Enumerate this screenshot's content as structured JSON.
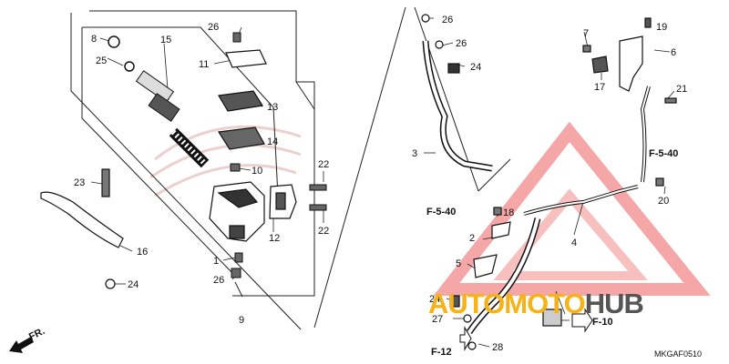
{
  "diagram_code": "MKGAF0510",
  "direction_indicator": "FR.",
  "watermark": {
    "text_a": "AUTOMOTO",
    "text_b": "HUB"
  },
  "callouts": [
    {
      "id": "c1",
      "text": "1"
    },
    {
      "id": "c2",
      "text": "2"
    },
    {
      "id": "c3",
      "text": "3"
    },
    {
      "id": "c4",
      "text": "4"
    },
    {
      "id": "c5",
      "text": "5"
    },
    {
      "id": "c6",
      "text": "6"
    },
    {
      "id": "c7",
      "text": "7"
    },
    {
      "id": "c8",
      "text": "8"
    },
    {
      "id": "c9",
      "text": "9"
    },
    {
      "id": "c10",
      "text": "10"
    },
    {
      "id": "c11",
      "text": "11"
    },
    {
      "id": "c12",
      "text": "12"
    },
    {
      "id": "c13",
      "text": "13"
    },
    {
      "id": "c14",
      "text": "14"
    },
    {
      "id": "c15",
      "text": "15"
    },
    {
      "id": "c16",
      "text": "16"
    },
    {
      "id": "c17",
      "text": "17"
    },
    {
      "id": "c18",
      "text": "18"
    },
    {
      "id": "c19",
      "text": "19"
    },
    {
      "id": "c20",
      "text": "20"
    },
    {
      "id": "c21",
      "text": "21"
    },
    {
      "id": "c22a",
      "text": "22"
    },
    {
      "id": "c22b",
      "text": "22"
    },
    {
      "id": "c23",
      "text": "23"
    },
    {
      "id": "c24a",
      "text": "24"
    },
    {
      "id": "c24b",
      "text": "24"
    },
    {
      "id": "c25",
      "text": "25"
    },
    {
      "id": "c26a",
      "text": "26"
    },
    {
      "id": "c26b",
      "text": "26"
    },
    {
      "id": "c26c",
      "text": "26"
    },
    {
      "id": "c26d",
      "text": "26"
    },
    {
      "id": "c27",
      "text": "27"
    },
    {
      "id": "c28",
      "text": "28"
    },
    {
      "id": "c29",
      "text": "29"
    }
  ],
  "references": [
    {
      "id": "r1",
      "text": "F-5-40"
    },
    {
      "id": "r2",
      "text": "F-5-40"
    },
    {
      "id": "r3",
      "text": "F-10"
    },
    {
      "id": "r4",
      "text": "F-12"
    }
  ]
}
